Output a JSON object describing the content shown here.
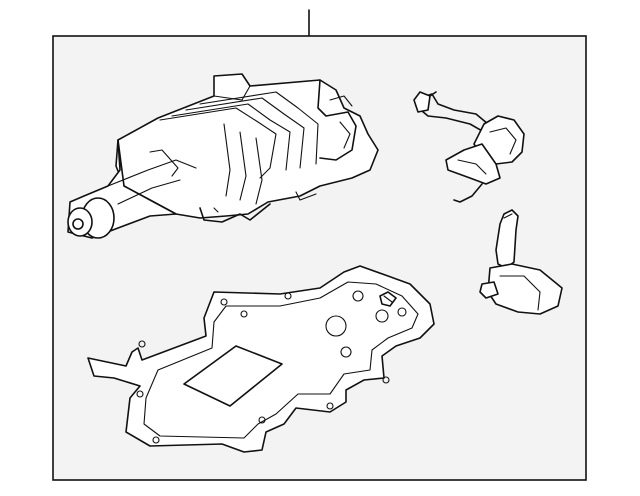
{
  "diagram": {
    "background": "#ffffff",
    "panel_fill": "#f3f3f3",
    "line_color": "#111111",
    "parts": [
      {
        "name": "supercharger"
      },
      {
        "name": "bypass-valve-actuator"
      },
      {
        "name": "sensor"
      },
      {
        "name": "gasket"
      }
    ]
  }
}
